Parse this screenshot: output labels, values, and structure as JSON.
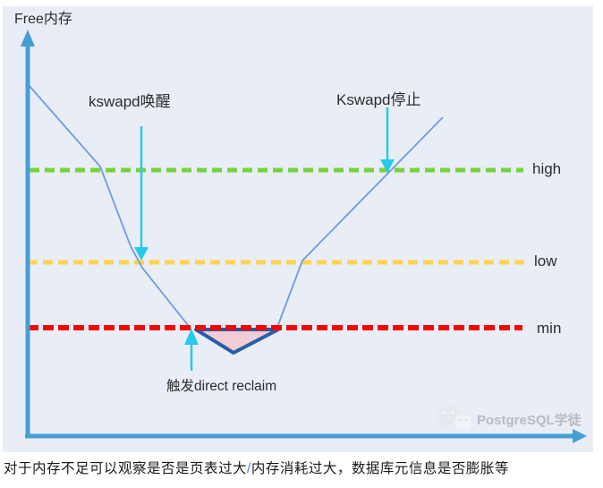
{
  "panel": {
    "background": "#e9edf6"
  },
  "diagram": {
    "y_axis_title": "Free内存",
    "annotations": {
      "kswapd_wake": "kswapd唤醒",
      "kswapd_stop": "Kswapd停止",
      "direct_reclaim": "触发direct reclaim"
    },
    "levels": [
      {
        "label": "high",
        "color": "#76d33b"
      },
      {
        "label": "low",
        "color": "#ffd44d"
      },
      {
        "label": "min",
        "color": "#fe0000"
      }
    ],
    "colors": {
      "axis": "#459fd6",
      "curve": "#6e9be0",
      "arrow": "#25c9ec",
      "reclaim_fill": "#f2cdd6",
      "reclaim_stroke": "#2a5ca8"
    }
  },
  "watermark": {
    "brand": "PostgreSQL学徒",
    "icon": "wechat-logo"
  },
  "caption": {
    "part1": "对于内存不足可以观察是否是页表过大",
    "slash": "/",
    "slash_color": "#4a86e8",
    "part2": "内存消耗过大，数据库元信息是否膨胀等"
  }
}
